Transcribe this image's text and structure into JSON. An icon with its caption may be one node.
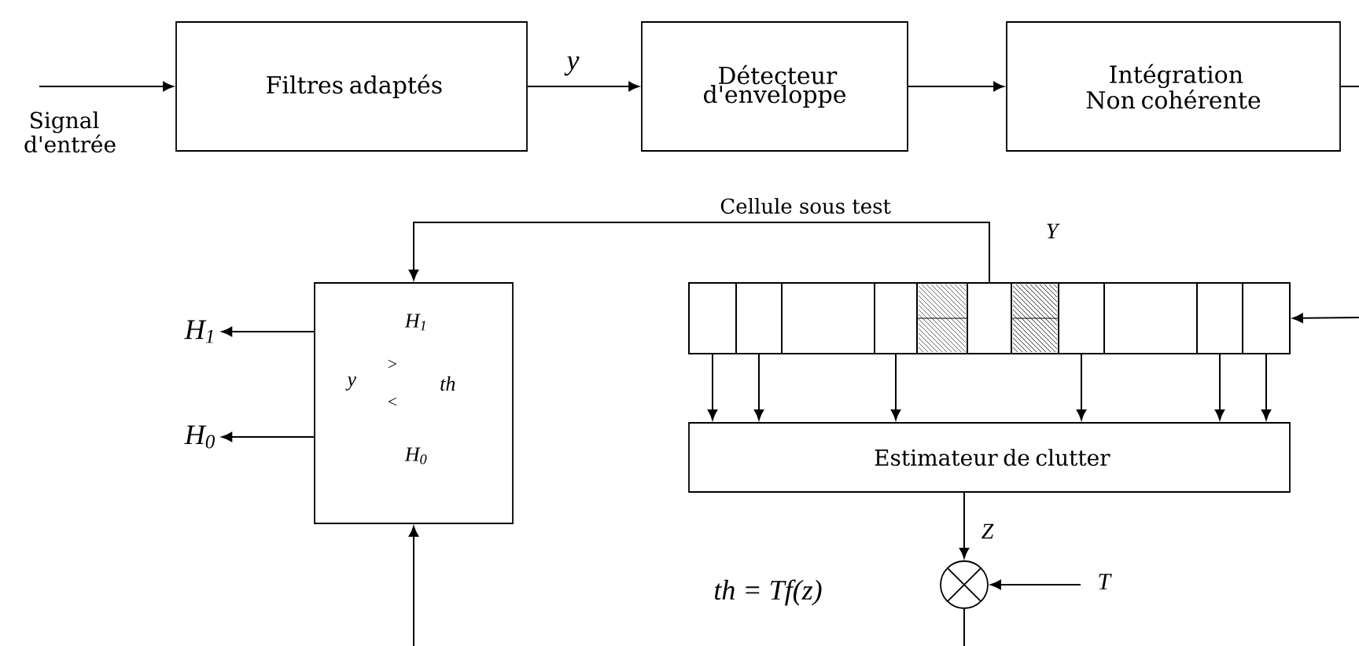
{
  "diagram": {
    "nodes": [
      {
        "text": [
          "Filtres adaptés"
        ]
      },
      {
        "text": [
          "Détecteur d'enveloppe"
        ]
      },
      {
        "text": [
          "Intégration Non cohérente"
        ]
      },
      {
        "text": [
          "H$_{1}$",
          "y",
          ">",
          "<",
          "th",
          "H$_{0}$"
        ]
      },
      {
        "text": [
          "H$_{1}$"
        ]
      },
      {
        "text": [
          "H$_{0}$"
        ]
      },
      {
        "text": [],
        "shape": "box"
      },
      {
        "text": [],
        "shape": "box",
        "in": 6
      },
      {
        "text": [],
        "shape": "box",
        "in": 6
      },
      {
        "text": [],
        "shape": "box",
        "in": 6
      },
      {
        "text": [],
        "shape": "box",
        "in": 6
      },
      {
        "text": [],
        "shape": "box",
        "in": 6
      },
      {
        "text": [],
        "shape": "box",
        "in": 6
      },
      {
        "text": [],
        "shape": "box",
        "in": 6
      },
      {
        "text": [],
        "shape": "box",
        "in": 6
      },
      {
        "text": [],
        "shape": "box",
        "in": 6
      },
      {
        "text": [],
        "shape": "box",
        "in": 6
      },
      {
        "text": [],
        "shape": "box",
        "in": 6
      },
      {
        "text": [
          "Estimateur de clutter"
        ]
      },
      {
        "text": [],
        "shape": "circle"
      }
    ],
    "edges": [
      {
        "from": null,
        "to": 0,
        "arrow": "to",
        "label": "Signal d'entrée"
      },
      {
        "from": 0,
        "to": 1,
        "arrow": "to",
        "label": "y"
      },
      {
        "from": 1,
        "to": 2,
        "arrow": "to"
      },
      {
        "from": 2,
        "to": null,
        "arrow": "none"
      },
      {
        "from": 12,
        "to": 3,
        "arrow": "to",
        "label": "Cellule sous test"
      },
      {
        "from": 3,
        "to": 4,
        "arrow": "to"
      },
      {
        "from": 3,
        "to": 5,
        "arrow": "to"
      },
      {
        "from": null,
        "to": 6,
        "arrow": "to"
      },
      {
        "from": 7,
        "to": 18,
        "arrow": "to"
      },
      {
        "from": 8,
        "to": 18,
        "arrow": "to"
      },
      {
        "from": 10,
        "to": 18,
        "arrow": "to"
      },
      {
        "from": 14,
        "to": 18,
        "arrow": "to"
      },
      {
        "from": 16,
        "to": 18,
        "arrow": "to"
      },
      {
        "from": 17,
        "to": 18,
        "arrow": "to"
      },
      {
        "from": 18,
        "to": 19,
        "arrow": "to",
        "label": "Z"
      },
      {
        "from": null,
        "to": 19,
        "arrow": "to",
        "label": "T"
      },
      {
        "from": 19,
        "to": null,
        "arrow": "none"
      },
      {
        "from": null,
        "to": 3,
        "arrow": "to"
      }
    ],
    "labels": [
      "Y",
      "th = Tf(z)"
    ]
  }
}
